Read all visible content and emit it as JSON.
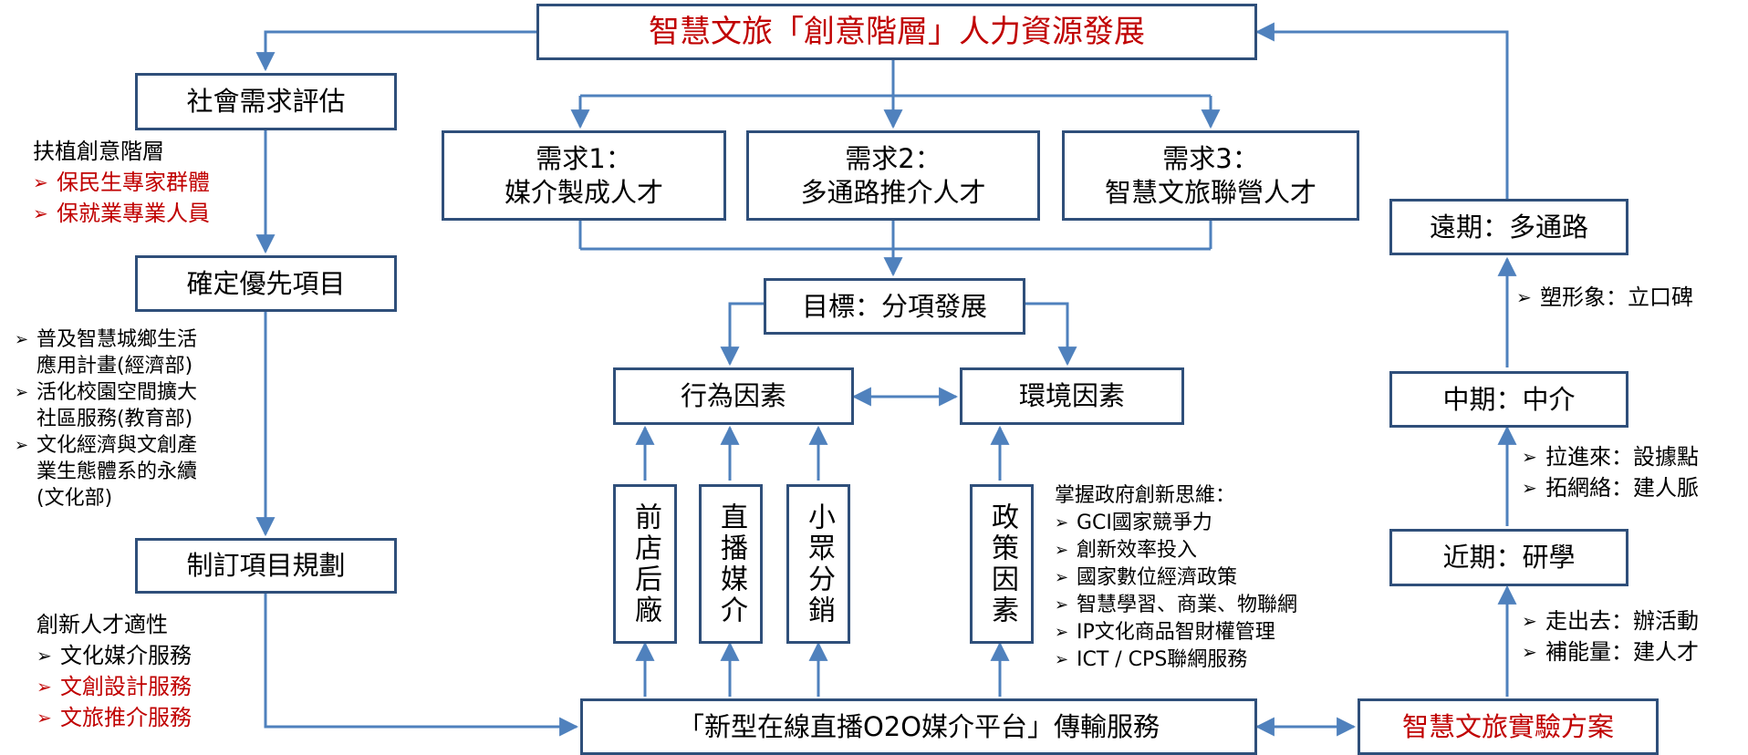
{
  "colors": {
    "border": "#2f4f7a",
    "arrow": "#4f81bd",
    "highlight": "#c00000"
  },
  "title": "智慧文旅「創意階層」人力資源發展",
  "left": {
    "social": "社會需求評估",
    "priority": "確定優先項目",
    "plan": "制訂項目規劃",
    "note1": {
      "heading": "扶植創意階層",
      "items": [
        "保民生專家群體",
        "保就業專業人員"
      ]
    },
    "note2": {
      "items": [
        [
          "普及智慧城鄉生活",
          "應用計畫(經濟部)"
        ],
        [
          "活化校園空間擴大",
          "社區服務(教育部)"
        ],
        [
          "文化經濟與文創產",
          "業生態體系的永續",
          "(文化部)"
        ]
      ]
    },
    "note3": {
      "heading": "創新人才適性",
      "items": [
        "文化媒介服務",
        "文創設計服務",
        "文旅推介服務"
      ]
    }
  },
  "needs": [
    {
      "line1": "需求1：",
      "line2": "媒介製成人才"
    },
    {
      "line1": "需求2：",
      "line2": "多通路推介人才"
    },
    {
      "line1": "需求3：",
      "line2": "智慧文旅聯營人才"
    }
  ],
  "goal": "目標：分項發展",
  "behavior": "行為因素",
  "environment": "環境因素",
  "verticals": [
    "前店后廠",
    "直播媒介",
    "小眾分銷"
  ],
  "policy": "政策因素",
  "policy_note": {
    "heading": "掌握政府創新思維：",
    "items": [
      "GCI國家競爭力",
      "創新效率投入",
      "國家數位經濟政策",
      "智慧學習、商業、物聯網",
      "IP文化商品智財權管理",
      "ICT / CPS聯網服務"
    ]
  },
  "platform": "「新型在線直播O2O媒介平台」傳輸服務",
  "experiment": "智慧文旅實驗方案",
  "right": {
    "far": "遠期：多通路",
    "mid": "中期：中介",
    "near": "近期：研學",
    "far_notes": [
      "塑形象：立口碑"
    ],
    "mid_notes": [
      "拉進來：設據點",
      "拓網絡：建人脈"
    ],
    "near_notes": [
      "走出去：辦活動",
      "補能量：建人才"
    ]
  }
}
